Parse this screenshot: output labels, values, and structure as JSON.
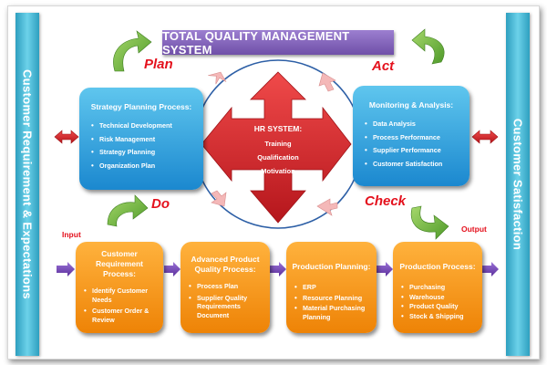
{
  "title": "TOTAL QUALITY MANAGEMENT SYSTEM",
  "side_left": "Customer Requirement & Expectations",
  "side_right": "Customer Satisfaction",
  "phases": {
    "plan": "Plan",
    "act": "Act",
    "do": "Do",
    "check": "Check"
  },
  "io": {
    "input": "Input",
    "output": "Output"
  },
  "strategy": {
    "title": "Strategy Planning Process:",
    "items": [
      "Technical  Development",
      "Risk Management",
      "Strategy Planning",
      "Organization Plan"
    ]
  },
  "monitoring": {
    "title": "Monitoring & Analysis:",
    "items": [
      "Data Analysis",
      "Process Performance",
      "Supplier Performance",
      "Customer Satisfaction"
    ]
  },
  "hr": {
    "title": "HR SYSTEM:",
    "items": [
      "Training",
      "Qualification",
      "Motivation"
    ]
  },
  "processes": [
    {
      "title": "Customer Requirement Process:",
      "items": [
        "Identify Customer Needs",
        "Customer Order & Review"
      ]
    },
    {
      "title": "Advanced Product Quality Process:",
      "items": [
        "Process Plan",
        "Supplier Quality Requirements Document"
      ]
    },
    {
      "title": "Production Planning:",
      "items": [
        "ERP",
        "Resource Planning",
        "Material Purchasing Planning"
      ]
    },
    {
      "title": "Production Process:",
      "items": [
        "Purchasing",
        "Warehouse",
        "Product Quality",
        "Stock & Shipping"
      ]
    }
  ],
  "colors": {
    "title_bar": "#7a5bb5",
    "side_bar": "#3fb4d6",
    "blue_box": "#2a9ad8",
    "orange_box": "#f7941d",
    "red_arrow": "#d8262e",
    "phase_text": "#e4111d",
    "green_arrow": "#6fb23c",
    "pink_arrow": "#f4b8b8",
    "purple_arrow": "#7a4bb5"
  }
}
